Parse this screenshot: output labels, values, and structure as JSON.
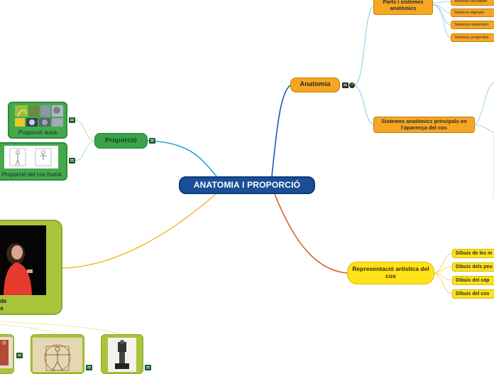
{
  "central": "ANATOMIA I PROPORCIÓ",
  "anatomia": {
    "label": "Anatomia",
    "parts": "Parts i sistemes anatòmics",
    "sistemes": "Sistemes anatòmics principals en l’aparença del cos",
    "systems": [
      "sistema circulatori",
      "Sistema digestiu",
      "Sistema respiratori",
      "Sistema urogenital"
    ]
  },
  "proporcio": {
    "label": "Proporció",
    "aurea": "Proporció àuria",
    "cos_huma": "Proporció del cos humà"
  },
  "representacio": {
    "label": "Representació artística del cos",
    "items": [
      "Dibuix de les m",
      "Dibuix dels peu",
      "Dibuix del cap",
      "Dibuix del cos"
    ]
  },
  "video": {
    "caption_line1": "de",
    "caption_line2": "a"
  },
  "colors": {
    "central": "#1a4e96",
    "anatomia": "#f6a623",
    "proporcio": "#3aa34a",
    "representacio": "#ffe21a",
    "video": "#a8c43a"
  },
  "icons": [
    "note-icon",
    "link-icon"
  ]
}
